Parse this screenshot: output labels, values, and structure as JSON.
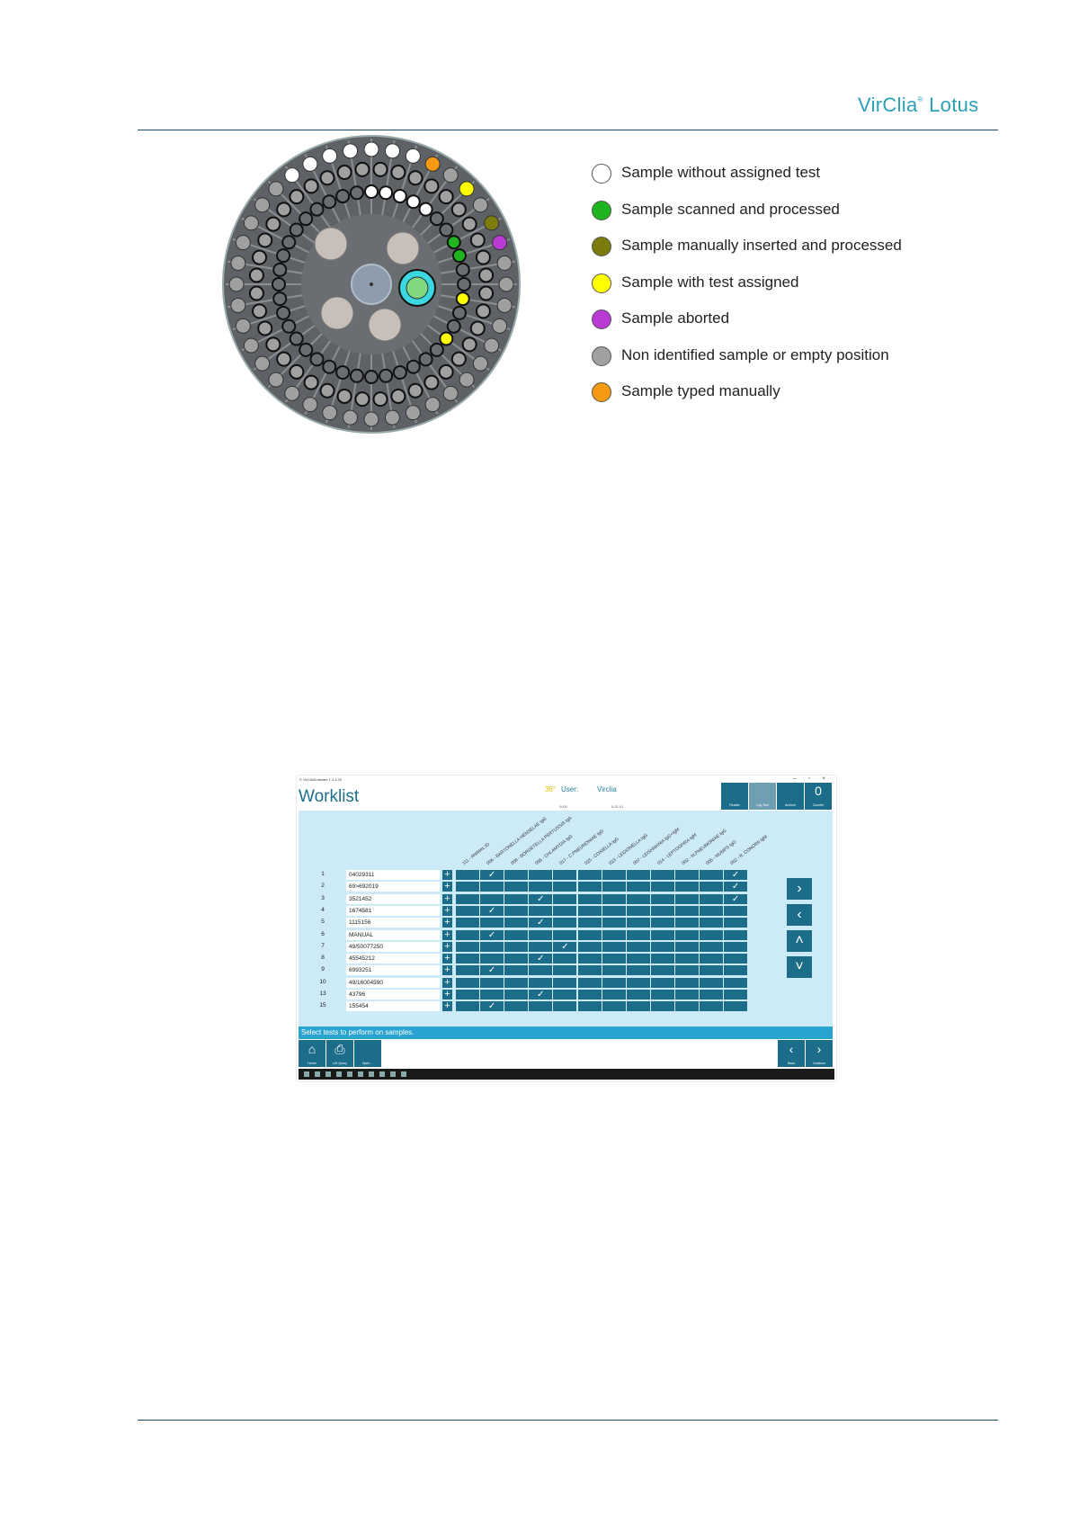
{
  "header": {
    "brand_name": "VirClia",
    "brand_mark": "®",
    "brand_product": "Lotus"
  },
  "legend": [
    {
      "label": "Sample without assigned test",
      "color": "#ffffff"
    },
    {
      "label": "Sample scanned and processed",
      "color": "#1fb41f"
    },
    {
      "label": "Sample manually inserted and processed",
      "color": "#7c7c0c"
    },
    {
      "label": "Sample with test assigned",
      "color": "#ffff00"
    },
    {
      "label": "Sample aborted",
      "color": "#b83cd4"
    },
    {
      "label": "Non identified sample or empty position",
      "color": "#a0a0a0"
    },
    {
      "label": "Sample typed manually",
      "color": "#f59a12"
    }
  ],
  "worklist": {
    "window_title": "© VirCliaSoftware 1.4.4.20",
    "title": "Worklist",
    "temperature": "36°",
    "user_label": "User:",
    "user_value": "Virclia",
    "sub_left": "0000",
    "sub_right": "0.01.01",
    "top_buttons": [
      {
        "icon": "",
        "label": "Reader"
      },
      {
        "icon": "",
        "label": "Log-Test"
      },
      {
        "icon": "",
        "label": "Archive"
      },
      {
        "icon": "0",
        "label": "Counter"
      }
    ],
    "columns": [
      "111 - ANIMAL ID",
      "006 - BARTONELLA HENSELAE IgG",
      "008 - BORDETELLA PERTUSSIS IgA",
      "005 - CHLAMYDIA IgG",
      "017 - C.PNEUMONIAE IgG",
      "025 - COXIELLA IgG",
      "023 - LEGIONELLA IgG",
      "007 - LEISHMANIA IgG+IgM",
      "014 - LEPTOSPIRA IgM",
      "002 - M.PNEUMONIAE IgG",
      "005 - MUMPS IgG",
      "002 - R. CONORII IgM"
    ],
    "rows": [
      {
        "num": "1",
        "id": "04029311"
      },
      {
        "num": "2",
        "id": "69>692019"
      },
      {
        "num": "3",
        "id": "3521452"
      },
      {
        "num": "4",
        "id": "1674581"
      },
      {
        "num": "5",
        "id": "1115156"
      },
      {
        "num": "6",
        "id": "MANUAL"
      },
      {
        "num": "7",
        "id": "49/50077250"
      },
      {
        "num": "8",
        "id": "45545212"
      },
      {
        "num": "9",
        "id": "6993251"
      },
      {
        "num": "10",
        "id": "49/16004590"
      },
      {
        "num": "13",
        "id": "43796"
      },
      {
        "num": "15",
        "id": "155454"
      }
    ],
    "checks": [
      [
        0,
        1
      ],
      [
        0,
        11
      ],
      [
        1,
        11
      ],
      [
        2,
        3
      ],
      [
        2,
        11
      ],
      [
        3,
        1
      ],
      [
        4,
        3
      ],
      [
        5,
        1
      ],
      [
        6,
        4
      ],
      [
        7,
        3
      ],
      [
        8,
        1
      ],
      [
        10,
        3
      ],
      [
        11,
        1
      ]
    ],
    "nav_icons": [
      "chevron-right",
      "chevron-left",
      "chevron-up",
      "chevron-down"
    ],
    "status_text": "Select tests to perform on samples.",
    "bottom_left_buttons": [
      {
        "icon": "⌂",
        "label": "Home"
      },
      {
        "icon": "⎙",
        "label": "LIS Query"
      },
      {
        "icon": "",
        "label": "Open ..."
      }
    ],
    "bottom_right_buttons": [
      {
        "icon": "‹",
        "label": "Back"
      },
      {
        "icon": "›",
        "label": "Continue"
      }
    ]
  }
}
